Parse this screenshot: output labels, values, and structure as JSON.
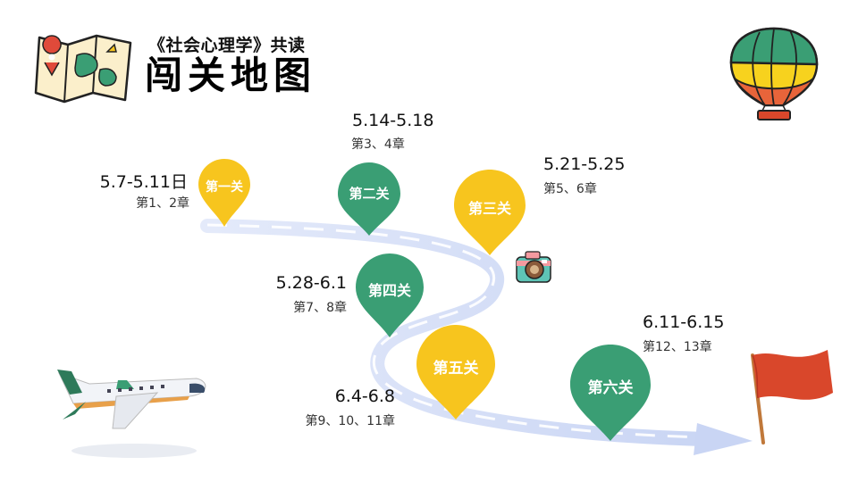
{
  "header": {
    "subtitle": "《社会心理学》共读",
    "title": "闯关地图"
  },
  "stages": [
    {
      "label": "第一关",
      "date": "5.7-5.11日",
      "chapters": "第1、2章",
      "color": "#F7C51E"
    },
    {
      "label": "第二关",
      "date": "5.14-5.18",
      "chapters": "第3、4章",
      "color": "#3A9E74"
    },
    {
      "label": "第三关",
      "date": "5.21-5.25",
      "chapters": "第5、6章",
      "color": "#F7C51E"
    },
    {
      "label": "第四关",
      "date": "5.28-6.1",
      "chapters": "第7、8章",
      "color": "#3A9E74"
    },
    {
      "label": "第五关",
      "date": "6.4-6.8",
      "chapters": "第9、10、11章",
      "color": "#F7C51E"
    },
    {
      "label": "第六关",
      "date": "6.11-6.15",
      "chapters": "第12、13章",
      "color": "#3A9E74"
    }
  ],
  "colors": {
    "yellow": "#F7C51E",
    "green": "#3A9E74",
    "road": "#D3DDF7",
    "flag": "#D9472B"
  },
  "icons": [
    "map-icon",
    "hot-air-balloon-icon",
    "airplane-icon",
    "camera-icon",
    "flag-icon"
  ]
}
